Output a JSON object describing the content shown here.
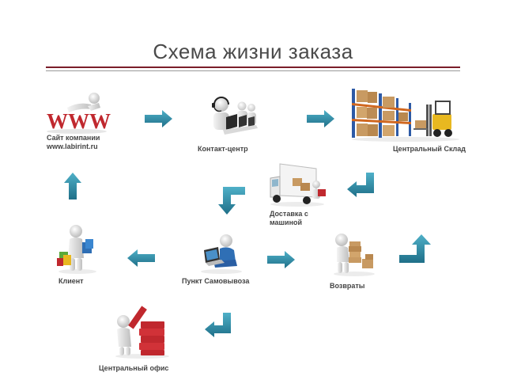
{
  "title": "Схема жизни заказа",
  "nodes": {
    "website": {
      "line1": "Сайт компании",
      "line2": "www.labirint.ru",
      "logo_text": "WWW"
    },
    "contact_center": {
      "label": "Контакт-центр"
    },
    "warehouse": {
      "label": "Центральный Склад"
    },
    "delivery": {
      "line1": "Доставка с",
      "line2": "машиной"
    },
    "client": {
      "label": "Клиент"
    },
    "pickup_point": {
      "label": "Пункт Самовывоза"
    },
    "returns": {
      "label": "Возвраты"
    },
    "central_office": {
      "label": "Центральный офис"
    }
  },
  "colors": {
    "arrow_teal": "#2e86a0",
    "title_rule": "#7b1e2a",
    "www_red": "#c0282e",
    "shelf_blue": "#2d5aa6",
    "forklift_yellow": "#e8b820"
  }
}
